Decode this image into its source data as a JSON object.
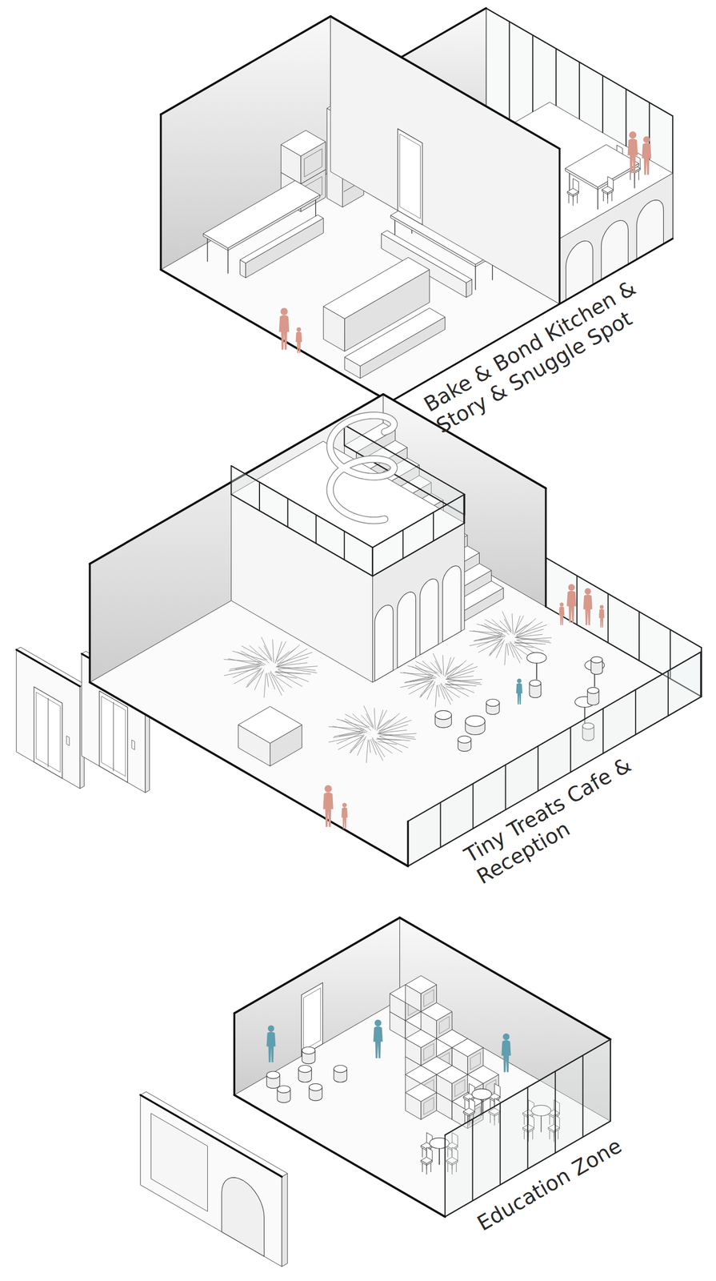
{
  "diagram": {
    "labels": [
      "Bake & Bond Kitchen & Story & Snuggle Spot",
      "Tiny Treats Cafe & Reception",
      "Education Zone"
    ]
  }
}
